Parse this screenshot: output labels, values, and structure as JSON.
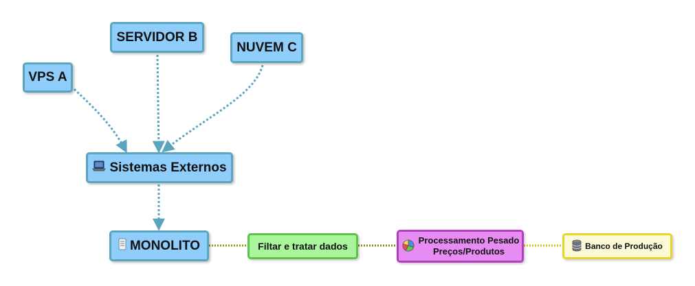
{
  "nodes": {
    "vps_a": {
      "label": "VPS A"
    },
    "servidor_b": {
      "label": "SERVIDOR B"
    },
    "nuvem_c": {
      "label": "NUVEM C"
    },
    "sistemas_externos": {
      "label": "Sistemas Externos",
      "icon": "laptop-icon"
    },
    "monolito": {
      "label": "MONOLITO",
      "icon": "server-icon"
    },
    "filtrar": {
      "label": "Filtar e tratar dados"
    },
    "processamento": {
      "line1": "Processamento Pesado",
      "line2": "Preços/Produtos",
      "icon": "pie-chart-icon"
    },
    "banco": {
      "label": "Banco de Produção",
      "icon": "database-icon"
    }
  },
  "colors": {
    "blue_fill": "#8fcdfb",
    "blue_border": "#5aa5bd",
    "teal_edge": "#5aa5bd",
    "green_fill": "#a8f59b",
    "green_border": "#5cc24a",
    "purple_fill": "#e78cf2",
    "purple_border": "#b43fbe",
    "yellow_fill": "#fdfbd7",
    "yellow_border": "#e6d52a",
    "olive_edge": "#8a8a1a",
    "yellow_edge": "#d4c41a"
  }
}
